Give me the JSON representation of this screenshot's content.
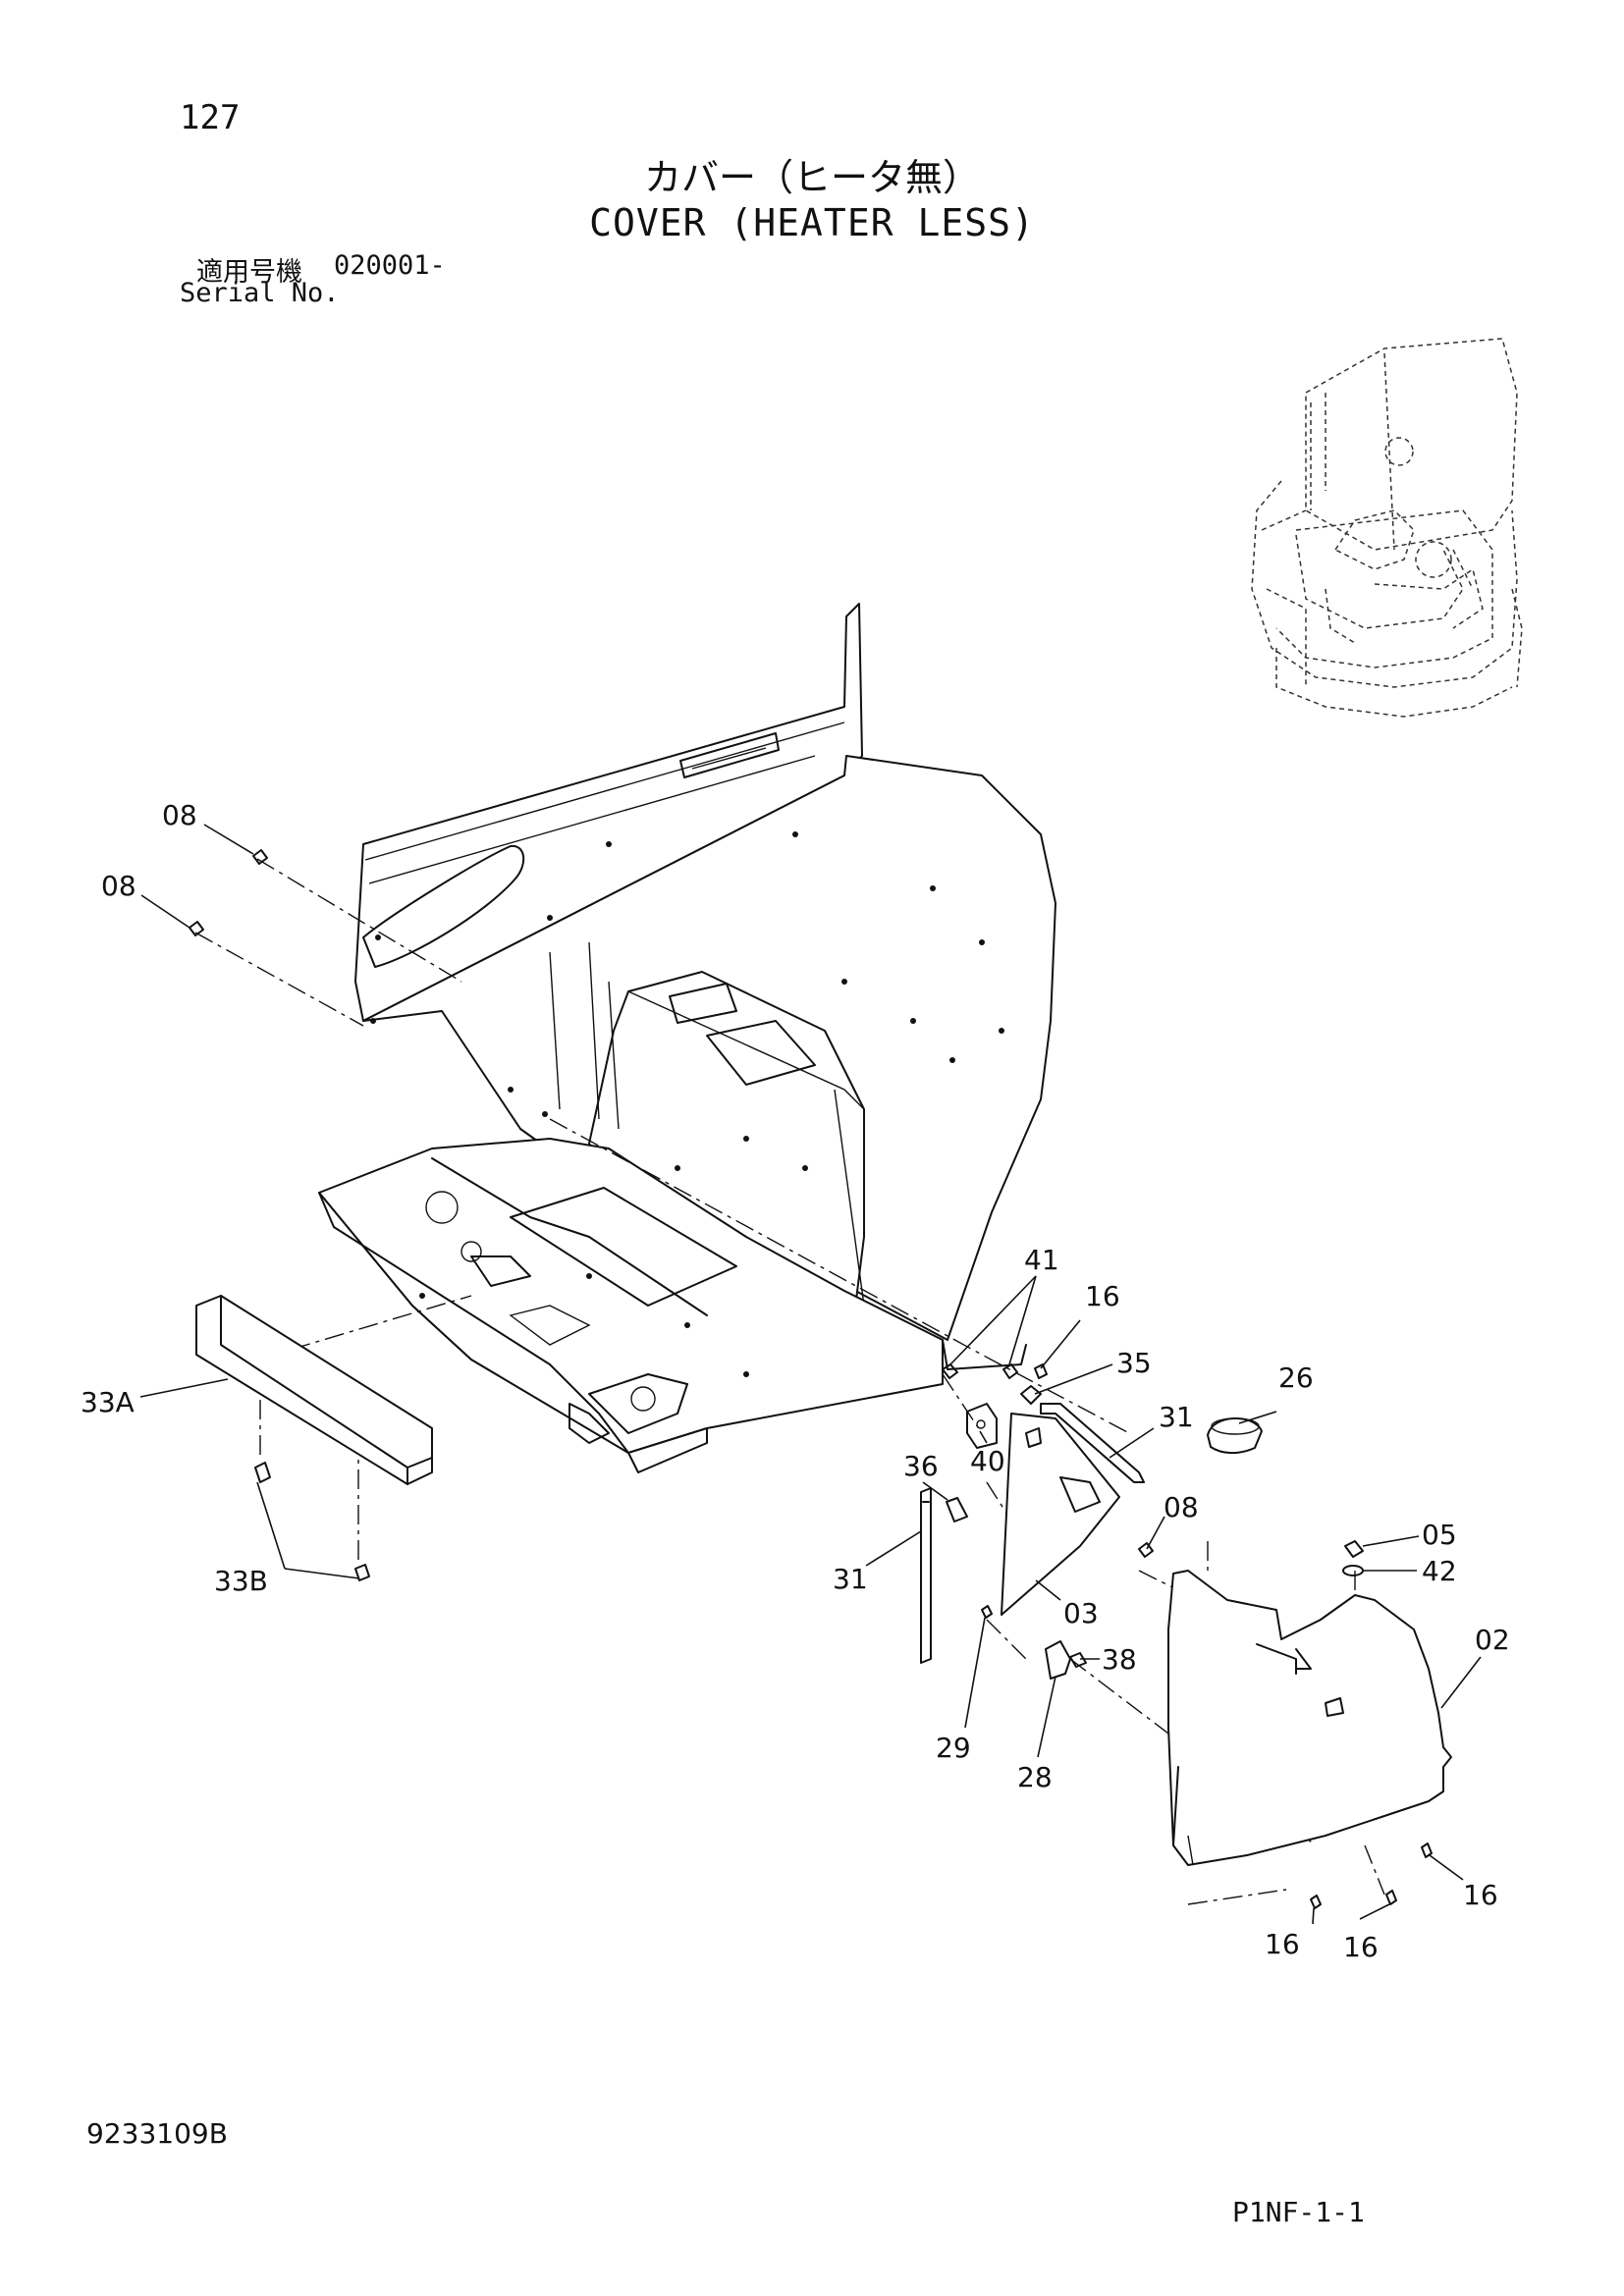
{
  "header": {
    "page_number": "127",
    "title_jp": "カバー（ヒータ無）",
    "title_en": "COVER (HEATER LESS)",
    "serial_label_jp": "適用号機",
    "serial_value": "020001-",
    "serial_label_en": "Serial No."
  },
  "footer": {
    "drawing_code": "9233109B",
    "sheet_code": "P1NF-1-1"
  },
  "callouts": {
    "c08a": "08",
    "c08b": "08",
    "c33A": "33A",
    "c33B": "33B",
    "c41": "41",
    "c16a": "16",
    "c35": "35",
    "c26": "26",
    "c31a": "31",
    "c36": "36",
    "c40": "40",
    "c08c": "08",
    "c05": "05",
    "c42": "42",
    "c31b": "31",
    "c03": "03",
    "c02": "02",
    "c38": "38",
    "c29": "29",
    "c28": "28",
    "c16b": "16",
    "c16c": "16",
    "c16d": "16"
  }
}
